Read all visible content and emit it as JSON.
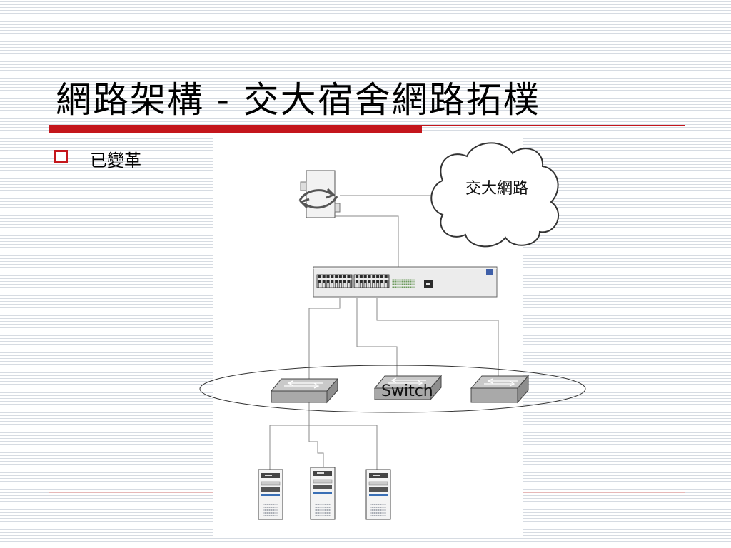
{
  "slide": {
    "title": "網路架構 - 交大宿舍網路拓樸",
    "bullets": [
      {
        "text": "已變革"
      }
    ]
  },
  "diagram": {
    "cloud_label": "交大網路",
    "switch_label": "Switch"
  },
  "colors": {
    "accent_red": "#c4161c",
    "stripe": "#d6dbe2"
  },
  "icons": [
    "router-icon",
    "cloud-icon",
    "core-switch-icon",
    "switch-icon",
    "server-icon"
  ]
}
